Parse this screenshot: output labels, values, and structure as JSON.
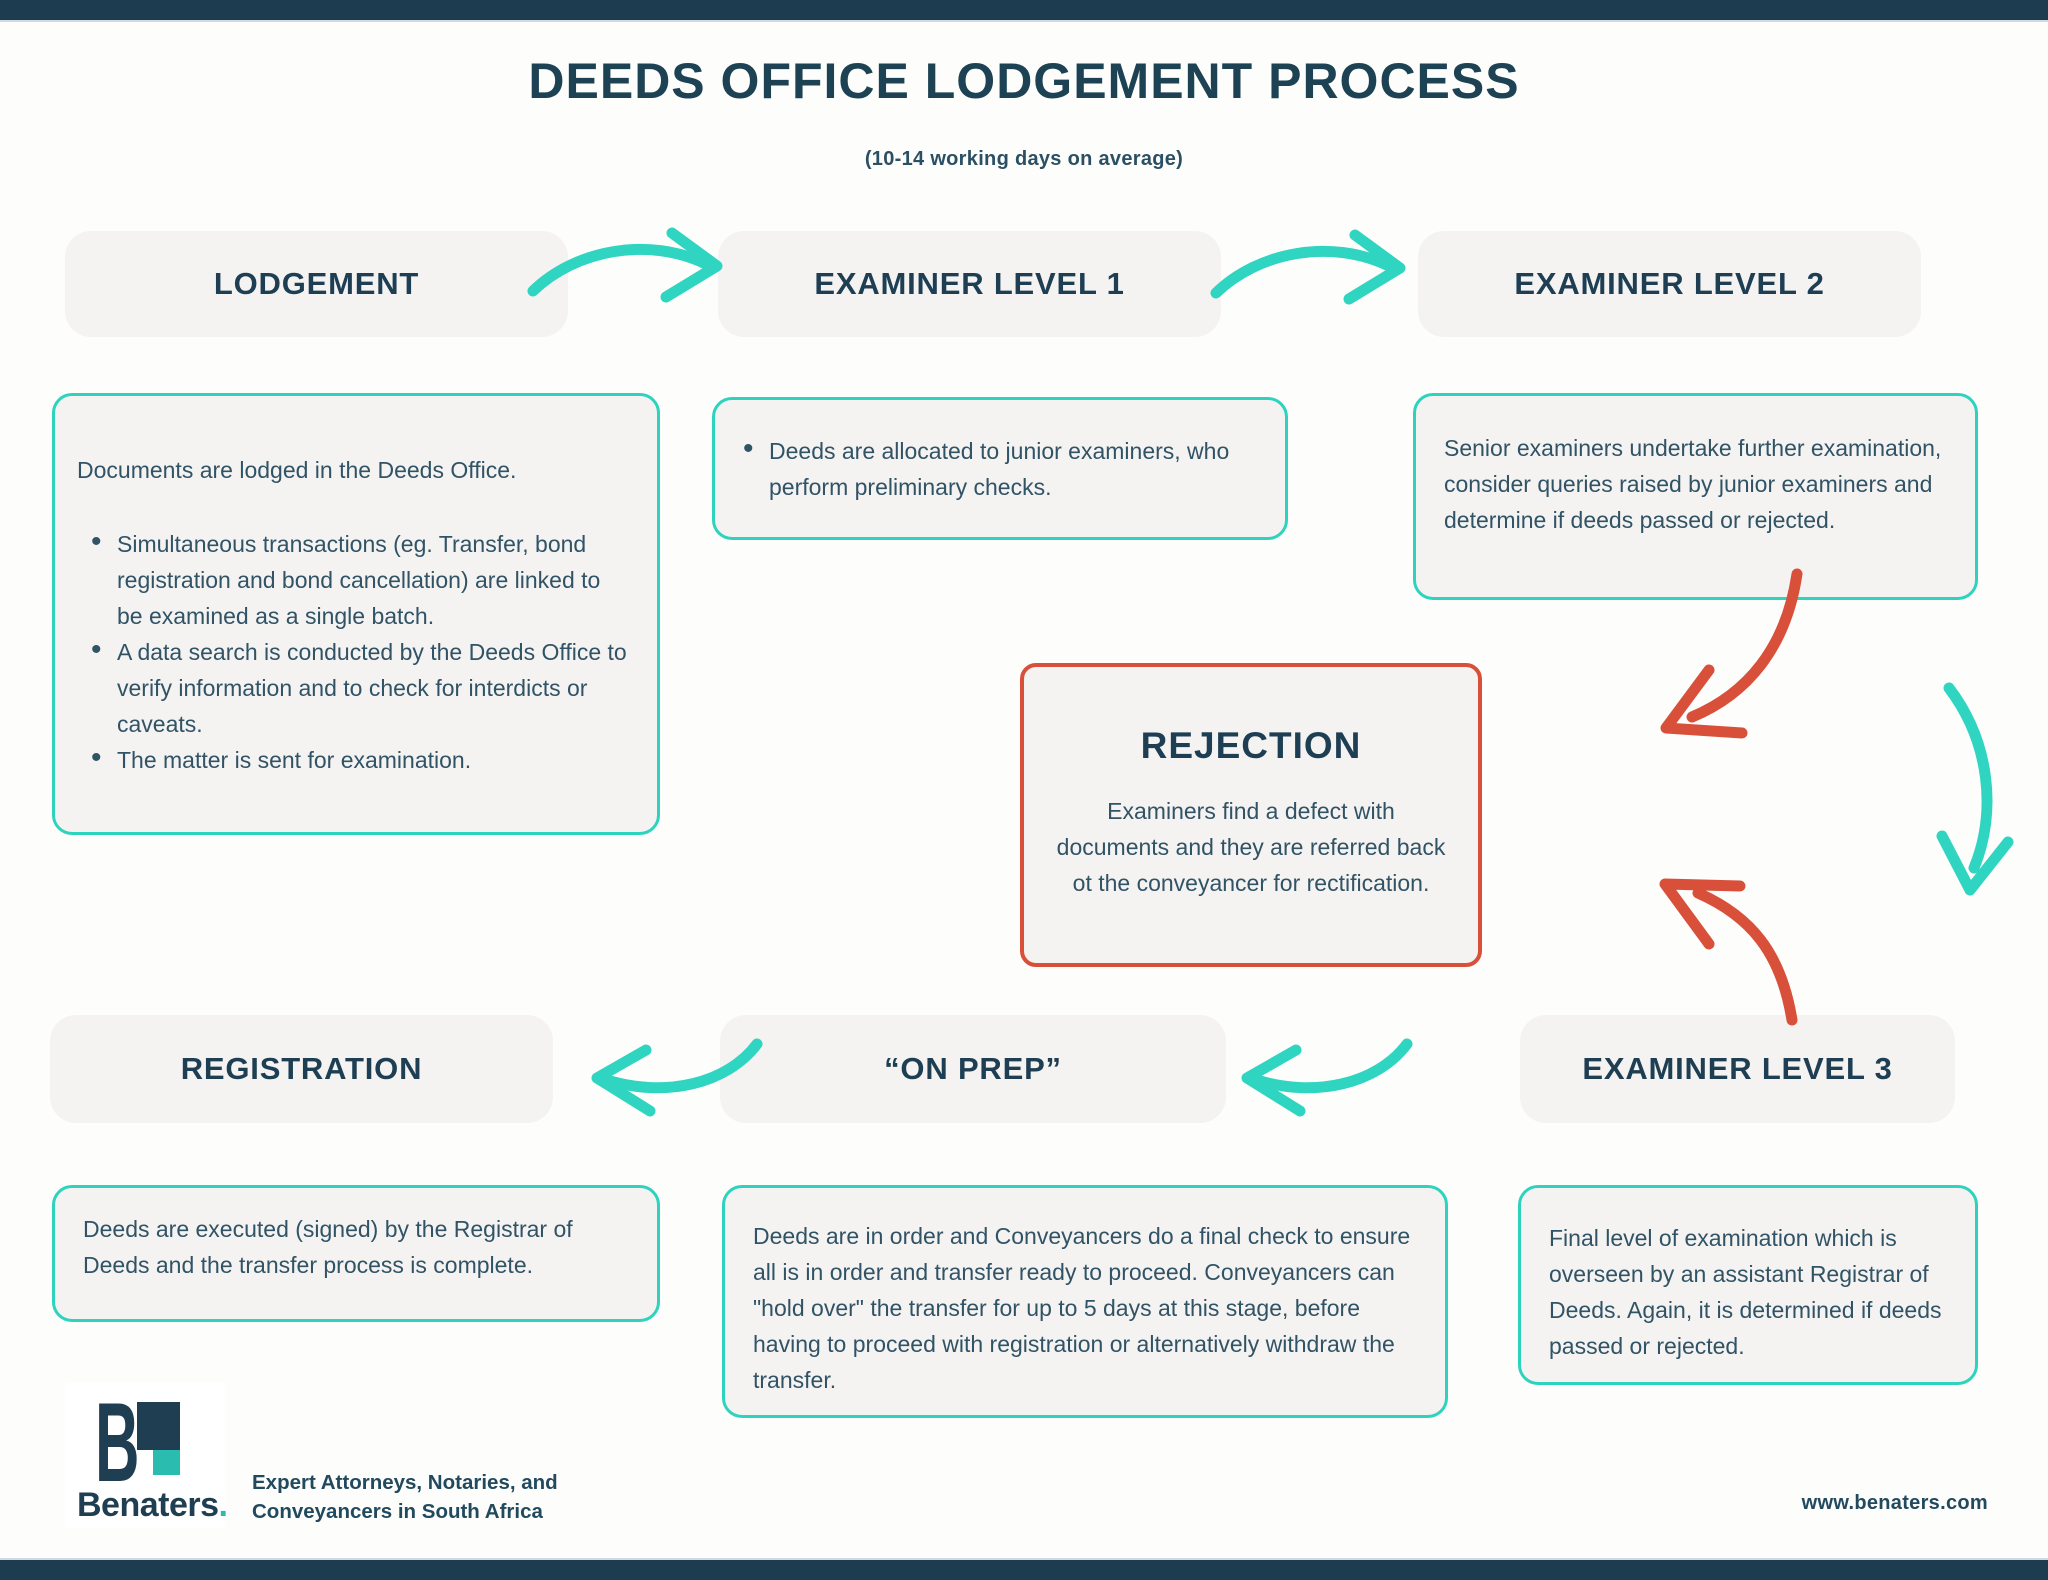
{
  "title": "DEEDS OFFICE LODGEMENT PROCESS",
  "subtitle": "(10-14 working days on average)",
  "stages": {
    "lodgement": {
      "label": "LODGEMENT",
      "intro": "Documents are lodged in the Deeds Office.",
      "bullets": [
        "Simultaneous transactions (eg. Transfer, bond registration and bond cancellation) are linked to be examined as a single batch.",
        "A data search is conducted by the Deeds Office to verify information and to check for interdicts or caveats.",
        "The matter is sent for examination."
      ]
    },
    "examiner1": {
      "label": "EXAMINER LEVEL 1",
      "bullets": [
        "Deeds are allocated to junior examiners, who perform preliminary checks."
      ]
    },
    "examiner2": {
      "label": "EXAMINER LEVEL 2",
      "text": "Senior examiners undertake further examination, consider queries raised by junior examiners and determine if deeds passed or rejected."
    },
    "rejection": {
      "label": "REJECTION",
      "text": "Examiners find a defect with documents and they are referred back ot the conveyancer for rectification."
    },
    "examiner3": {
      "label": "EXAMINER LEVEL 3",
      "text": "Final level of examination which is overseen by an assistant Registrar of Deeds. Again, it is determined if deeds passed or rejected."
    },
    "onprep": {
      "label": "“ON PREP”",
      "text": "Deeds are in order and Conveyancers do a final check to ensure all is in order and transfer ready to proceed. Conveyancers can \"hold over\" the transfer for up to 5 days at this stage, before having to proceed with registration or alternatively withdraw the transfer."
    },
    "registration": {
      "label": "REGISTRATION",
      "text": "Deeds are executed (signed) by the Registrar of Deeds and the transfer process is complete."
    }
  },
  "footer": {
    "brand_name": "Benaters",
    "brand_period": ".",
    "tagline_line1": "Expert Attorneys, Notaries, and",
    "tagline_line2": "Conveyancers in South Africa",
    "website": "www.benaters.com"
  },
  "colors": {
    "navy_bar": "#1d3c50",
    "heading_navy": "#1e3e54",
    "body_text": "#315366",
    "teal_accent": "#2fd5c1",
    "red_accent": "#d9503a",
    "box_grey": "#f4f3f1",
    "page_bg": "#fdfdfc"
  }
}
